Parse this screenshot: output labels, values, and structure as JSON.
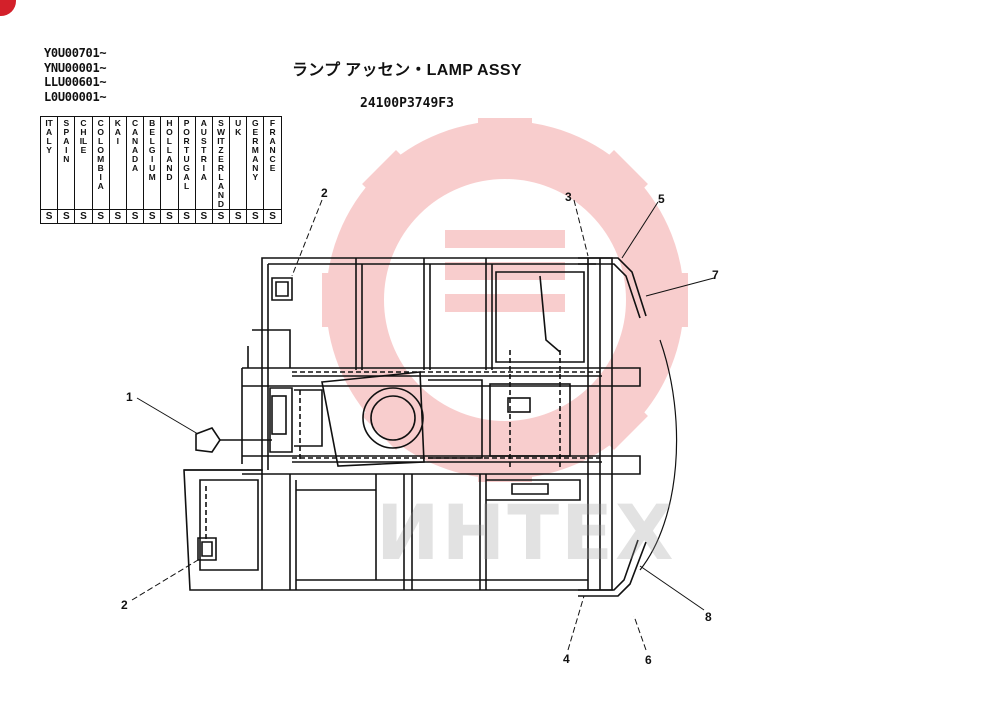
{
  "serial_ranges": [
    "Y0U00701~",
    "YNU00001~",
    "LLU00601~",
    "L0U00001~"
  ],
  "title": "ランプ アッセン・LAMP ASSY",
  "part_number": "24100P3749F3",
  "countries": [
    {
      "name": "ITALY",
      "mark": "S"
    },
    {
      "name": "SPAIN",
      "mark": "S"
    },
    {
      "name": "CHILE",
      "mark": "S"
    },
    {
      "name": "COLOMBIA",
      "mark": "S"
    },
    {
      "name": "KAI",
      "mark": "S"
    },
    {
      "name": "CANADA",
      "mark": "S"
    },
    {
      "name": "BELGIUM",
      "mark": "S"
    },
    {
      "name": "HOLLAND",
      "mark": "S"
    },
    {
      "name": "PORTUGAL",
      "mark": "S"
    },
    {
      "name": "AUSTRIA",
      "mark": "S"
    },
    {
      "name": "SWITZERLAND",
      "mark": "S"
    },
    {
      "name": "UK",
      "mark": "S"
    },
    {
      "name": "GERMANY",
      "mark": "S"
    },
    {
      "name": "FRANCE",
      "mark": "S"
    }
  ],
  "callouts": {
    "c1": "1",
    "c2a": "2",
    "c2b": "2",
    "c3": "3",
    "c4": "4",
    "c5": "5",
    "c6": "6",
    "c7": "7",
    "c8": "8"
  },
  "watermark": "ИНТЕХ",
  "colors": {
    "line": "#111111",
    "watermark": "#f4a6a6"
  }
}
